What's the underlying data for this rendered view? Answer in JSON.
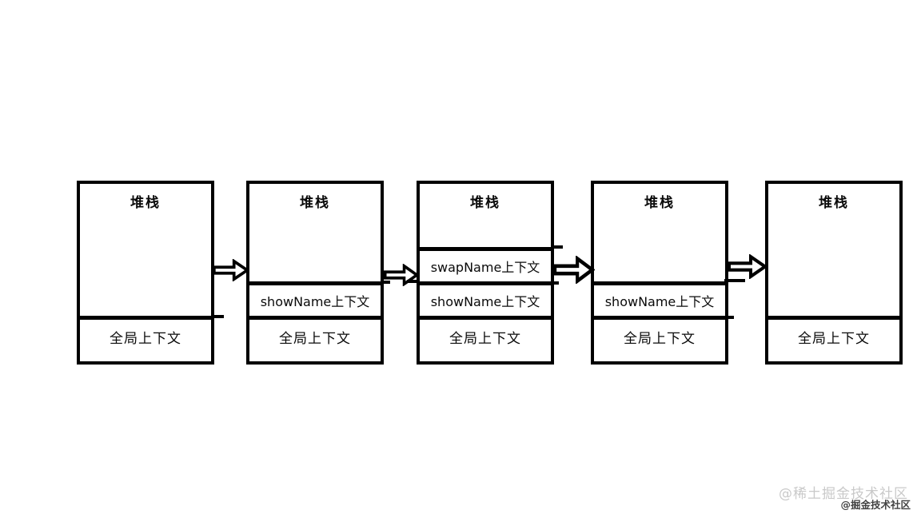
{
  "diagram": {
    "description": "execution-context-stack-evolution",
    "stacks": [
      {
        "title": "堆栈",
        "cells": [
          "全局上下文"
        ]
      },
      {
        "title": "堆栈",
        "cells": [
          "showName上下文",
          "全局上下文"
        ]
      },
      {
        "title": "堆栈",
        "cells": [
          "swapName上下文",
          "showName上下文",
          "全局上下文"
        ]
      },
      {
        "title": "堆栈",
        "cells": [
          "showName上下文",
          "全局上下文"
        ]
      },
      {
        "title": "堆栈",
        "cells": [
          "全局上下文"
        ]
      }
    ],
    "arrows": [
      "right-arrow",
      "right-arrow",
      "right-arrow",
      "right-arrow"
    ]
  },
  "watermark": {
    "primary": "@稀土掘金技术社区",
    "secondary": "@掘金技术社区"
  },
  "colors": {
    "ink": "#000000",
    "background": "#ffffff",
    "watermark_light": "#c9c9c9",
    "watermark_dark": "#424242"
  }
}
